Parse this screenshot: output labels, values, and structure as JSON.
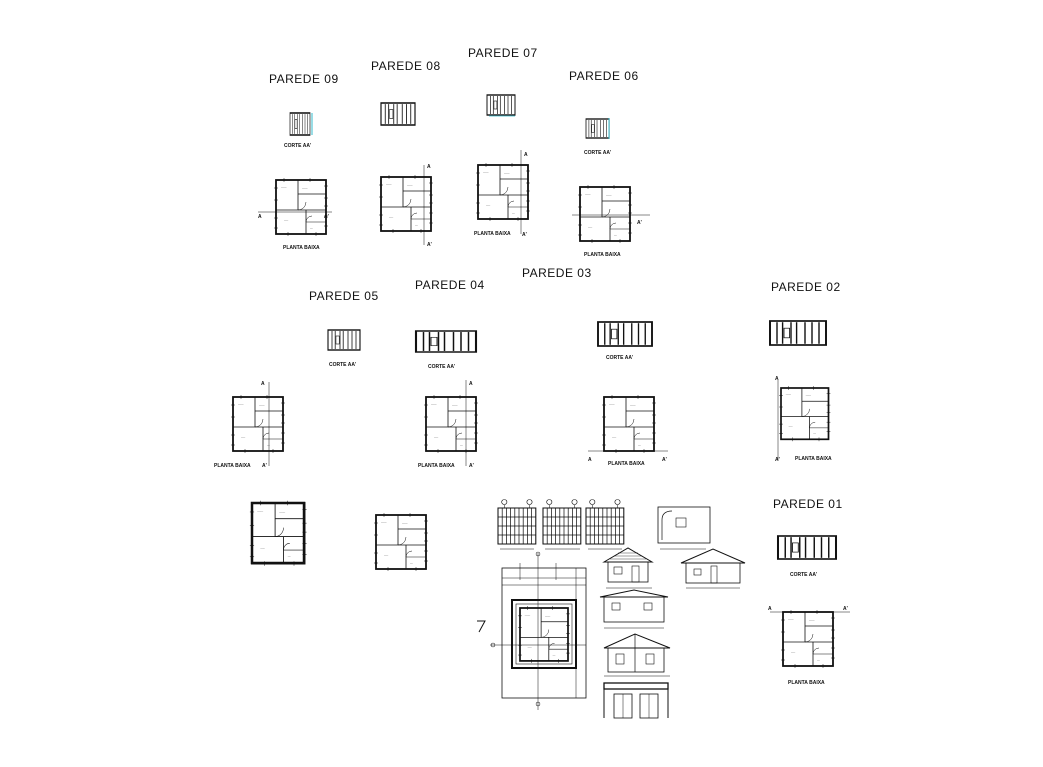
{
  "walls": [
    {
      "id": "parede_07",
      "title": "PAREDE 07"
    },
    {
      "id": "parede_08",
      "title": "PAREDE 08"
    },
    {
      "id": "parede_09",
      "title": "PAREDE 09"
    },
    {
      "id": "parede_06",
      "title": "PAREDE 06"
    },
    {
      "id": "parede_03",
      "title": "PAREDE 03"
    },
    {
      "id": "parede_04",
      "title": "PAREDE 04"
    },
    {
      "id": "parede_05",
      "title": "PAREDE 05"
    },
    {
      "id": "parede_02",
      "title": "PAREDE 02"
    },
    {
      "id": "parede_01",
      "title": "PAREDE 01"
    }
  ],
  "labels": {
    "section": "CORTE AA'",
    "plan": "PLANTA  BAIXA",
    "section_mark_a": "A",
    "section_mark_a_prime": "A'"
  },
  "colors": {
    "line": "#111111",
    "accent": "#33bbcc",
    "background": "#ffffff"
  }
}
